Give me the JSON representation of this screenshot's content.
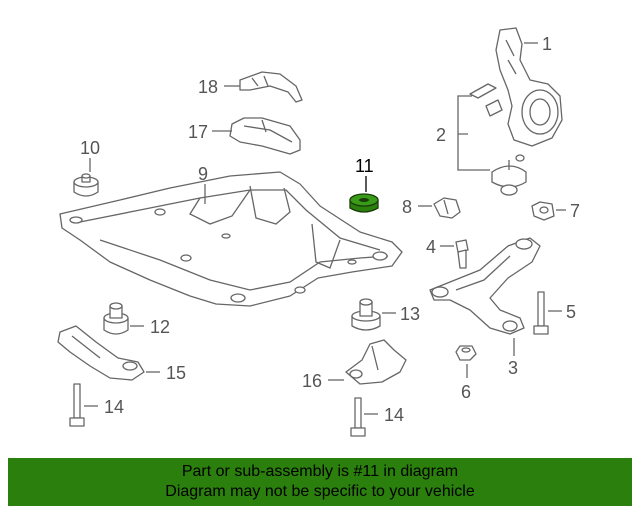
{
  "diagram": {
    "highlighted_part": "11",
    "highlight_color": "#2a7f0d",
    "callouts": {
      "c1": "1",
      "c2": "2",
      "c3": "3",
      "c4": "4",
      "c5": "5",
      "c6": "6",
      "c7": "7",
      "c8": "8",
      "c9": "9",
      "c10": "10",
      "c11": "11",
      "c12": "12",
      "c13": "13",
      "c14a": "14",
      "c14b": "14",
      "c15": "15",
      "c16": "16",
      "c17": "17",
      "c18": "18"
    }
  },
  "banner": {
    "background": "#2a7f0d",
    "line1": "Part or sub-assembly is #11 in diagram",
    "line2": "Diagram may not be specific to your vehicle"
  }
}
